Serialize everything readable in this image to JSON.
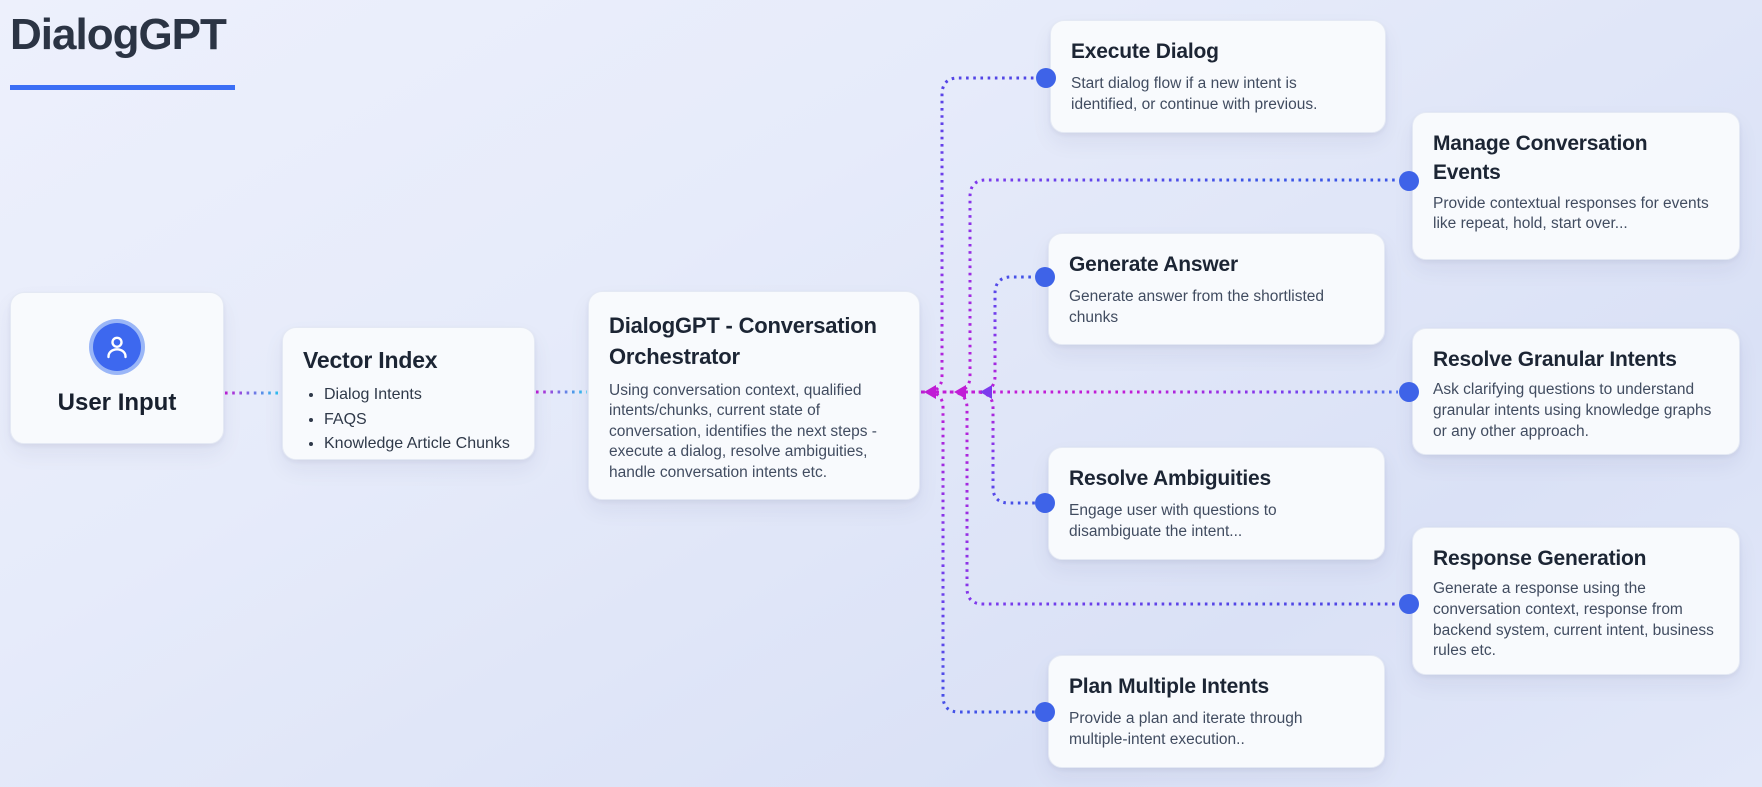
{
  "page": {
    "title": "DialogGPT"
  },
  "nodes": {
    "user_input": {
      "title": "User Input",
      "icon": "user-icon"
    },
    "vector_index": {
      "title": "Vector Index",
      "items": [
        "Dialog Intents",
        "FAQS",
        "Knowledge Article Chunks"
      ]
    },
    "orchestrator": {
      "title": "DialogGPT - Conversation Orchestrator",
      "description": "Using conversation context, qualified intents/chunks, current state of conversation, identifies the next steps - execute a dialog, resolve ambiguities, handle conversation intents etc."
    },
    "actions": [
      {
        "id": "execute-dialog",
        "title": "Execute Dialog",
        "description": "Start dialog flow if a new intent is identified, or continue with previous."
      },
      {
        "id": "manage-conversation-events",
        "title": "Manage Conversation Events",
        "description": "Provide contextual responses for events like repeat, hold, start over..."
      },
      {
        "id": "generate-answer",
        "title": "Generate Answer",
        "description": "Generate answer from the shortlisted chunks"
      },
      {
        "id": "resolve-granular-intents",
        "title": "Resolve Granular Intents",
        "description": "Ask clarifying questions to understand granular intents using knowledge graphs or any other approach."
      },
      {
        "id": "resolve-ambiguities",
        "title": "Resolve Ambiguities",
        "description": "Engage user with questions to disambiguate the intent..."
      },
      {
        "id": "response-generation",
        "title": "Response Generation",
        "description": "Generate a response using the conversation context, response from backend system, current intent, business rules etc."
      },
      {
        "id": "plan-multiple-intents",
        "title": "Plan Multiple Intents",
        "description": "Provide a plan and iterate through multiple-intent execution.."
      }
    ]
  },
  "edge_colors": {
    "magenta": "#c11dd6",
    "purple": "#7c3aed",
    "indigo": "#4f46e5",
    "blue": "#3b55e6",
    "periwinkle": "#5472ee",
    "cyan": "#25c9f2",
    "handle": "#3e63e8",
    "accent": "#3b6ef5"
  }
}
